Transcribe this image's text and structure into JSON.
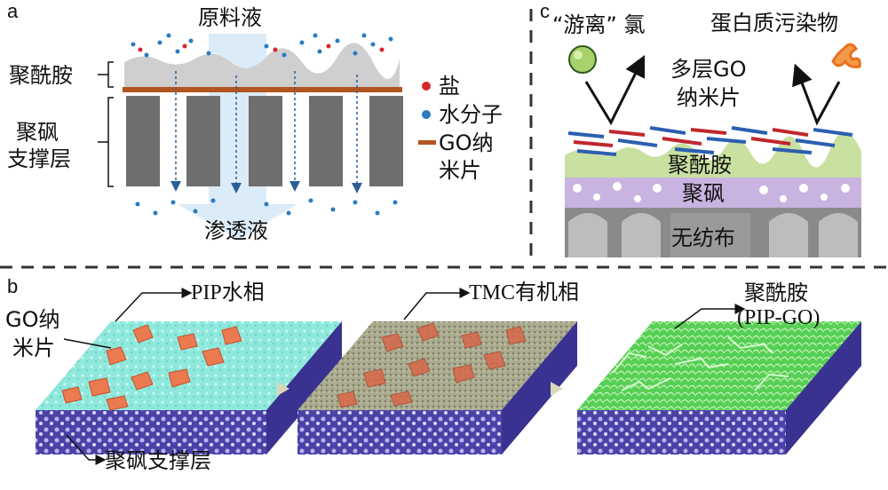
{
  "panel_a": {
    "letter": "a",
    "feed": "原料液",
    "permeate": "渗透液",
    "polyamide": "聚酰胺",
    "support_line1": "聚砜",
    "support_line2": "支撑层",
    "legend": {
      "salt": "盐",
      "water": "水分子",
      "go_line1": "GO纳",
      "go_line2": "米片"
    }
  },
  "panel_c": {
    "letter": "c",
    "chlorine": "“游离” 氯",
    "protein": "蛋白质污染物",
    "go_line1": "多层GO",
    "go_line2": "纳米片",
    "polyamide": "聚酰胺",
    "polysulfone": "聚砜",
    "nonwoven": "无纺布"
  },
  "panel_b": {
    "letter": "b",
    "pip": "PIP水相",
    "tmc": "TMC有机相",
    "go_line1": "GO纳",
    "go_line2": "米片",
    "pa_line1": "聚酰胺",
    "pa_line2": "(PIP-GO)",
    "support": "聚砜支撑层"
  },
  "colors": {
    "salt": "#d7262b",
    "water": "#2b7bbf",
    "go_sheet": "#b3551f",
    "polyamide_layer": "#c8e0a0",
    "polysulfone_layer": "#c9b3e0",
    "nonwoven": "#8a8a8a",
    "support_block": "#cfcde8",
    "pip_surface": "#7fe3d6",
    "tmc_surface": "#a8a88a",
    "pa_surface": "#5fd75a",
    "go_flake": "#ec7a50"
  }
}
